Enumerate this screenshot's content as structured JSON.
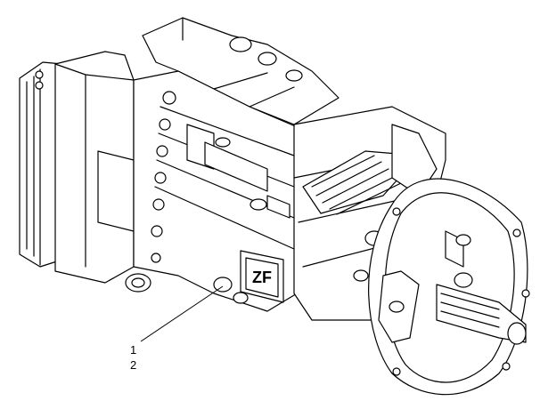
{
  "diagram": {
    "callouts": [
      {
        "label": "1"
      },
      {
        "label": "2"
      }
    ],
    "logo_text": "ZF",
    "colors": {
      "line": "#000000",
      "watermark": "#d8d8d8",
      "background": "#ffffff"
    }
  }
}
